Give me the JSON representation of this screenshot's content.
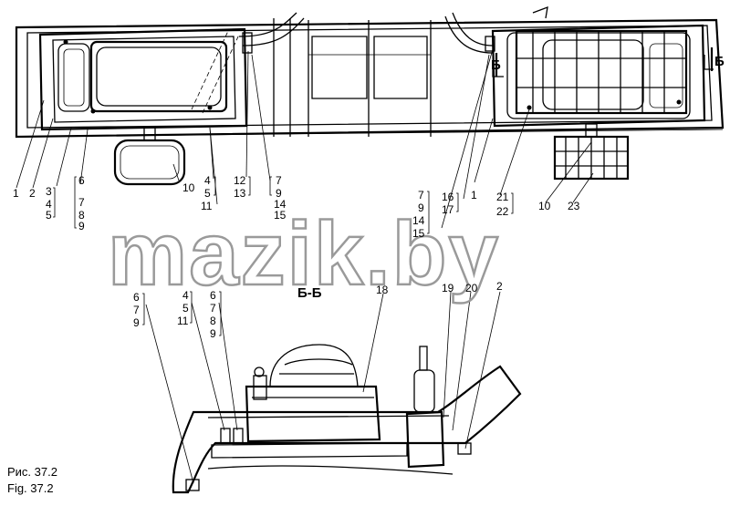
{
  "figure": {
    "caption_ru": "Рис. 37.2",
    "caption_en": "Fig. 37.2",
    "watermark": "mazik.by",
    "section_label": "Б-Б",
    "section_marker_left": "Б",
    "section_marker_right": "Б"
  },
  "callouts_top": [
    {
      "id": "t1",
      "text": "1"
    },
    {
      "id": "t2",
      "text": "2"
    },
    {
      "id": "t3",
      "text": "3"
    },
    {
      "id": "t4",
      "text": "4"
    },
    {
      "id": "t5",
      "text": "5"
    },
    {
      "id": "t6",
      "text": "6"
    },
    {
      "id": "t7",
      "text": "7"
    },
    {
      "id": "t8",
      "text": "8"
    },
    {
      "id": "t9",
      "text": "9"
    },
    {
      "id": "t10",
      "text": "10"
    },
    {
      "id": "t4b",
      "text": "4"
    },
    {
      "id": "t5b",
      "text": "5"
    },
    {
      "id": "t11",
      "text": "11"
    },
    {
      "id": "t12",
      "text": "12"
    },
    {
      "id": "t13",
      "text": "13"
    },
    {
      "id": "t7b",
      "text": "7"
    },
    {
      "id": "t9b",
      "text": "9"
    },
    {
      "id": "t14",
      "text": "14"
    },
    {
      "id": "t15",
      "text": "15"
    },
    {
      "id": "t7c",
      "text": "7"
    },
    {
      "id": "t9c",
      "text": "9"
    },
    {
      "id": "t14c",
      "text": "14"
    },
    {
      "id": "t15c",
      "text": "15"
    },
    {
      "id": "t16",
      "text": "16"
    },
    {
      "id": "t17",
      "text": "17"
    },
    {
      "id": "t1b",
      "text": "1"
    },
    {
      "id": "t21",
      "text": "21"
    },
    {
      "id": "t22",
      "text": "22"
    },
    {
      "id": "t10b",
      "text": "10"
    },
    {
      "id": "t23",
      "text": "23"
    }
  ],
  "callouts_section": [
    {
      "id": "s6",
      "text": "6"
    },
    {
      "id": "s7",
      "text": "7"
    },
    {
      "id": "s9",
      "text": "9"
    },
    {
      "id": "s4",
      "text": "4"
    },
    {
      "id": "s5",
      "text": "5"
    },
    {
      "id": "s11",
      "text": "11"
    },
    {
      "id": "s6b",
      "text": "6"
    },
    {
      "id": "s7b",
      "text": "7"
    },
    {
      "id": "s8",
      "text": "8"
    },
    {
      "id": "s9b",
      "text": "9"
    },
    {
      "id": "s18",
      "text": "18"
    },
    {
      "id": "s19",
      "text": "19"
    },
    {
      "id": "s20",
      "text": "20"
    },
    {
      "id": "s2",
      "text": "2"
    }
  ]
}
